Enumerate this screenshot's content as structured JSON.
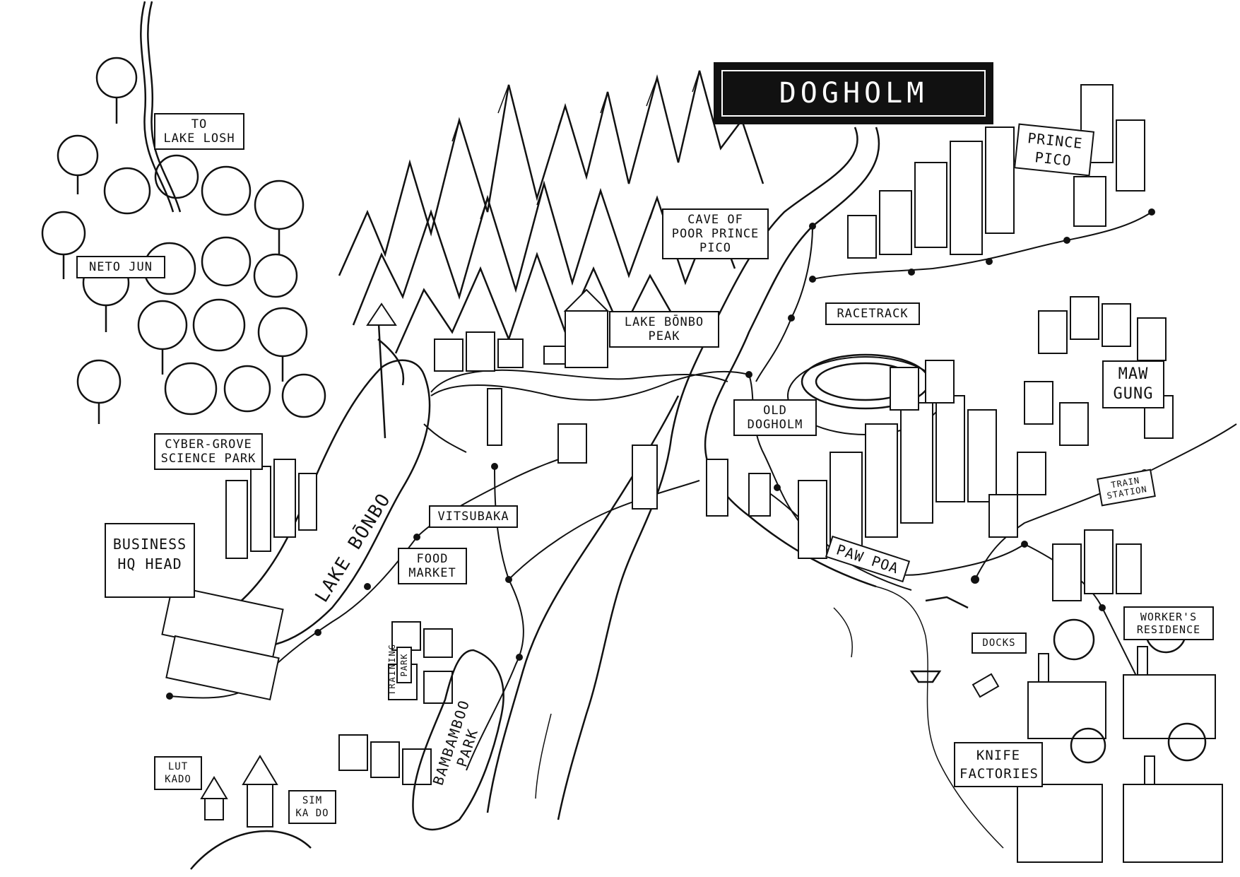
{
  "map": {
    "title": "DOGHOLM",
    "labels": {
      "to_lake_losh": "TO\nLAKE LOSH",
      "neto_jun": "NETO JUN",
      "cave": "CAVE OF\nPOOR PRINCE\nPICO",
      "prince_pico": "PRINCE\nPICO",
      "lake_bonbo_peak": "LAKE BŌNBO\nPEAK",
      "racetrack": "RACETRACK",
      "cyber_grove": "CYBER-GROVE\nSCIENCE PARK",
      "old_dogholm": "OLD\nDOGHOLM",
      "maw_gung": "MAW\nGUNG",
      "train_station": "TRAIN\nSTATION",
      "vitsubaka": "VITSUBAKA",
      "business_hq": "BUSINESS\nHQ HEAD",
      "lake_bonbo": "LAKE BŌNBO",
      "food_market": "FOOD\nMARKET",
      "paw_poa": "PAW POA",
      "workers_residence": "WORKER'S\nRESIDENCE",
      "docks": "DOCKS",
      "training": "TRAINING",
      "park": "PARK",
      "bambamboo_park": "BAMBAMBOO PARK",
      "knife_factories": "KNIFE\nFACTORIES",
      "lut_kado": "LUT\nKADO",
      "sim_kado": "SIM\nKA DO"
    }
  }
}
